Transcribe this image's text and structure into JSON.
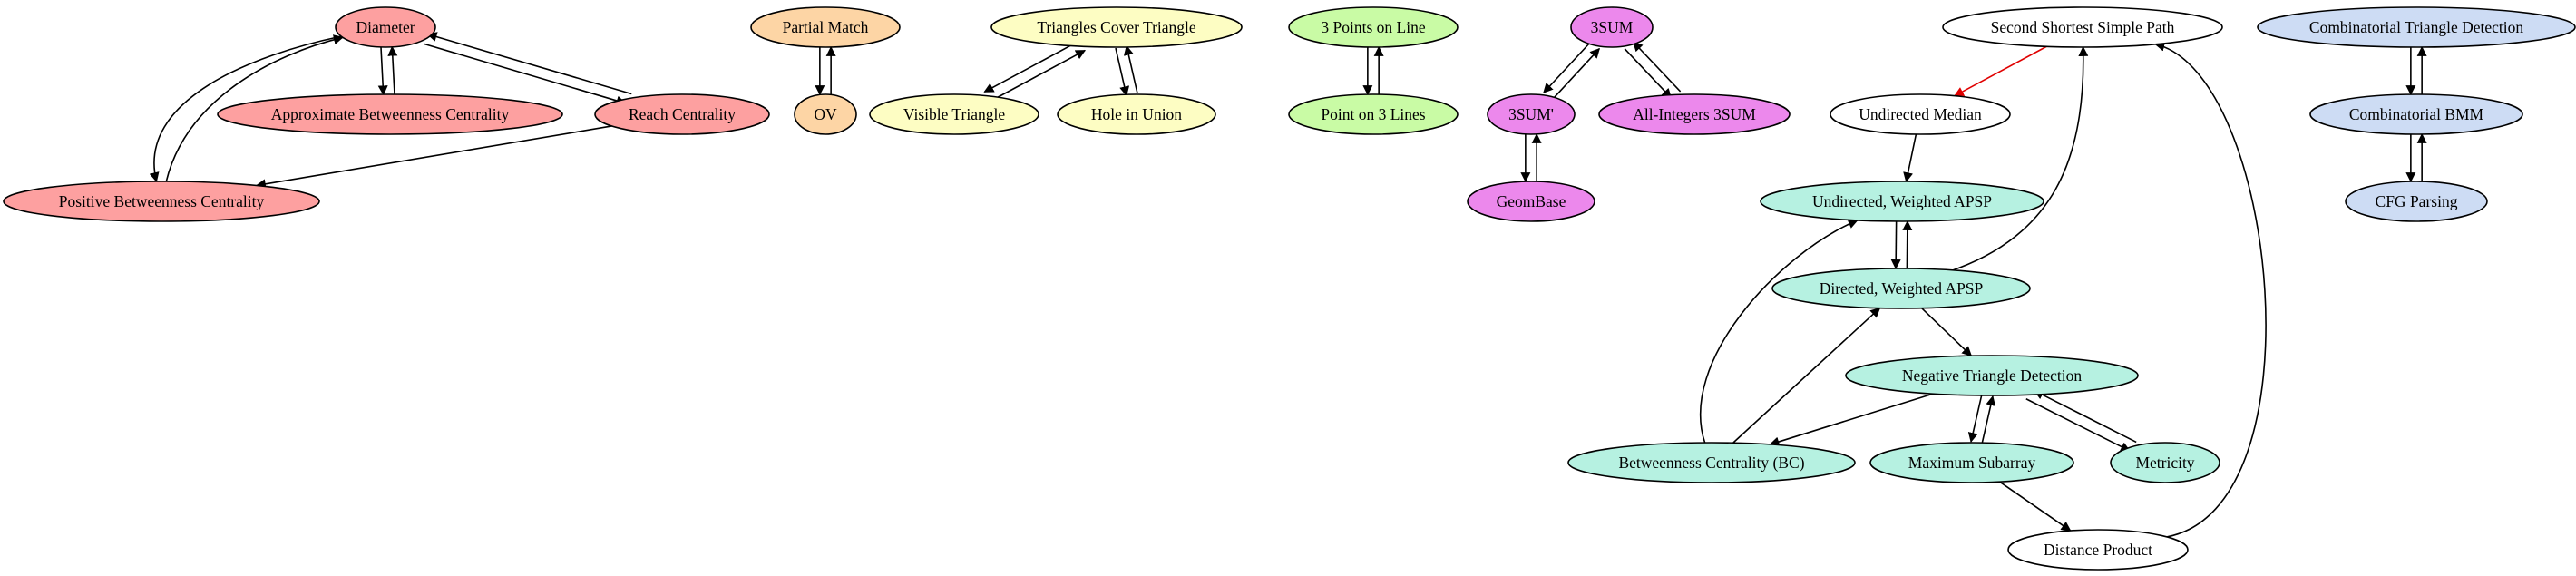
{
  "colors": {
    "red": "#fda0a0",
    "orange": "#fdd5a5",
    "yellow": "#fdfdc3",
    "green": "#c9fba5",
    "magenta": "#ec88ec",
    "teal": "#b6f1e1",
    "blue": "#cddcf4",
    "white": "#ffffff",
    "edge_default": "#000000",
    "edge_highlight": "#e00000"
  },
  "nodes": [
    {
      "id": "diameter",
      "label": "Diameter",
      "color": "red"
    },
    {
      "id": "approx_bc",
      "label": "Approximate Betweenness Centrality",
      "color": "red"
    },
    {
      "id": "reach",
      "label": "Reach Centrality",
      "color": "red"
    },
    {
      "id": "pos_bc",
      "label": "Positive Betweenness Centrality",
      "color": "red"
    },
    {
      "id": "partial_match",
      "label": "Partial Match",
      "color": "orange"
    },
    {
      "id": "ov",
      "label": "OV",
      "color": "orange"
    },
    {
      "id": "tri_cover",
      "label": "Triangles Cover Triangle",
      "color": "yellow"
    },
    {
      "id": "visible_tri",
      "label": "Visible Triangle",
      "color": "yellow"
    },
    {
      "id": "hole_union",
      "label": "Hole in Union",
      "color": "yellow"
    },
    {
      "id": "three_points",
      "label": "3 Points on Line",
      "color": "green"
    },
    {
      "id": "point_three",
      "label": "Point on 3 Lines",
      "color": "green"
    },
    {
      "id": "threesum",
      "label": "3SUM",
      "color": "magenta"
    },
    {
      "id": "threesum_p",
      "label": "3SUM'",
      "color": "magenta"
    },
    {
      "id": "all_int",
      "label": "All-Integers 3SUM",
      "color": "magenta"
    },
    {
      "id": "geombase",
      "label": "GeomBase",
      "color": "magenta"
    },
    {
      "id": "second_sp",
      "label": "Second Shortest Simple Path",
      "color": "white"
    },
    {
      "id": "undir_median",
      "label": "Undirected Median",
      "color": "white"
    },
    {
      "id": "undir_apsp",
      "label": "Undirected, Weighted APSP",
      "color": "teal"
    },
    {
      "id": "dir_apsp",
      "label": "Directed, Weighted APSP",
      "color": "teal"
    },
    {
      "id": "neg_tri",
      "label": "Negative Triangle Detection",
      "color": "teal"
    },
    {
      "id": "bc",
      "label": "Betweenness Centrality (BC)",
      "color": "teal"
    },
    {
      "id": "max_sub",
      "label": "Maximum Subarray",
      "color": "teal"
    },
    {
      "id": "metricity",
      "label": "Metricity",
      "color": "teal"
    },
    {
      "id": "dist_prod",
      "label": "Distance Product",
      "color": "white"
    },
    {
      "id": "comb_tri",
      "label": "Combinatorial Triangle Detection",
      "color": "blue"
    },
    {
      "id": "comb_bmm",
      "label": "Combinatorial BMM",
      "color": "blue"
    },
    {
      "id": "cfg",
      "label": "CFG Parsing",
      "color": "blue"
    }
  ],
  "edges": [
    {
      "from": "diameter",
      "to": "approx_bc"
    },
    {
      "from": "approx_bc",
      "to": "diameter"
    },
    {
      "from": "diameter",
      "to": "reach"
    },
    {
      "from": "reach",
      "to": "diameter"
    },
    {
      "from": "diameter",
      "to": "pos_bc"
    },
    {
      "from": "pos_bc",
      "to": "diameter"
    },
    {
      "from": "reach",
      "to": "pos_bc"
    },
    {
      "from": "partial_match",
      "to": "ov"
    },
    {
      "from": "ov",
      "to": "partial_match"
    },
    {
      "from": "tri_cover",
      "to": "visible_tri"
    },
    {
      "from": "visible_tri",
      "to": "tri_cover"
    },
    {
      "from": "tri_cover",
      "to": "hole_union"
    },
    {
      "from": "hole_union",
      "to": "tri_cover"
    },
    {
      "from": "three_points",
      "to": "point_three"
    },
    {
      "from": "point_three",
      "to": "three_points"
    },
    {
      "from": "threesum",
      "to": "threesum_p"
    },
    {
      "from": "threesum_p",
      "to": "threesum"
    },
    {
      "from": "threesum",
      "to": "all_int"
    },
    {
      "from": "all_int",
      "to": "threesum"
    },
    {
      "from": "threesum_p",
      "to": "geombase"
    },
    {
      "from": "geombase",
      "to": "threesum_p"
    },
    {
      "from": "second_sp",
      "to": "undir_median",
      "highlight": true
    },
    {
      "from": "undir_median",
      "to": "undir_apsp"
    },
    {
      "from": "undir_apsp",
      "to": "dir_apsp"
    },
    {
      "from": "dir_apsp",
      "to": "undir_apsp"
    },
    {
      "from": "dir_apsp",
      "to": "second_sp"
    },
    {
      "from": "dir_apsp",
      "to": "neg_tri"
    },
    {
      "from": "neg_tri",
      "to": "bc"
    },
    {
      "from": "bc",
      "to": "undir_apsp"
    },
    {
      "from": "bc",
      "to": "dir_apsp"
    },
    {
      "from": "neg_tri",
      "to": "max_sub"
    },
    {
      "from": "max_sub",
      "to": "neg_tri"
    },
    {
      "from": "neg_tri",
      "to": "metricity"
    },
    {
      "from": "metricity",
      "to": "neg_tri"
    },
    {
      "from": "max_sub",
      "to": "dist_prod"
    },
    {
      "from": "dist_prod",
      "to": "second_sp"
    },
    {
      "from": "comb_tri",
      "to": "comb_bmm"
    },
    {
      "from": "comb_bmm",
      "to": "comb_tri"
    },
    {
      "from": "comb_bmm",
      "to": "cfg"
    },
    {
      "from": "cfg",
      "to": "comb_bmm"
    }
  ]
}
